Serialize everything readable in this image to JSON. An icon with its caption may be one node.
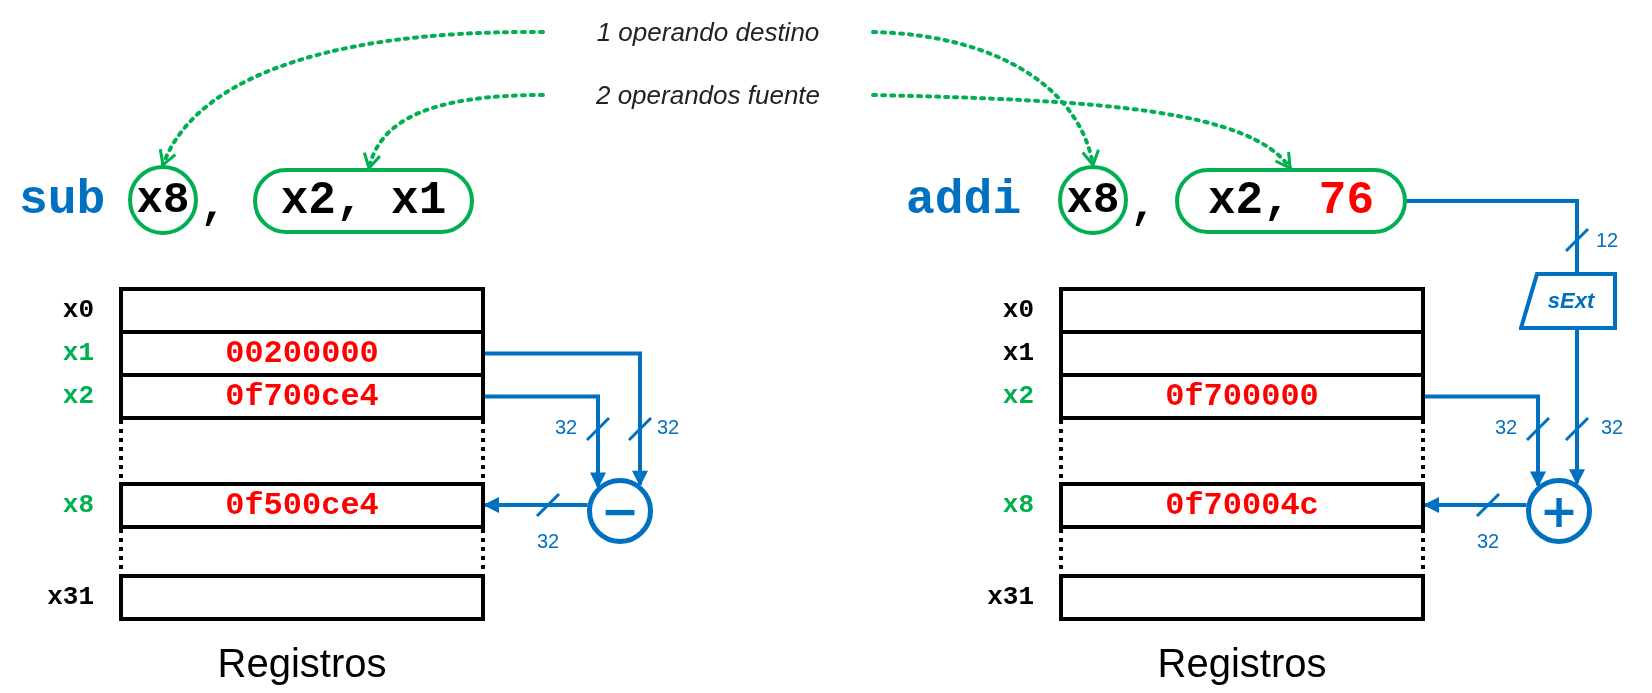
{
  "diagram": {
    "nodes": [
      {
        "text": [
          "1 operando destino"
        ]
      },
      {
        "text": [
          "2 operandos fuente"
        ]
      },
      {
        "text": [
          "x8"
        ]
      },
      {
        "text": [
          "x2, x1"
        ]
      },
      {
        "text": [
          "x8"
        ]
      },
      {
        "text": [
          "x2,",
          "76"
        ]
      },
      {
        "text": [
          "Registros"
        ]
      },
      {
        "text": [],
        "shape": "box",
        "in": 6,
        "beside": [
          "x0"
        ]
      },
      {
        "text": [
          "00200000"
        ],
        "in": 6,
        "beside": [
          "x1"
        ]
      },
      {
        "text": [
          "0f700ce4"
        ],
        "in": 6,
        "beside": [
          "x2"
        ]
      },
      {
        "text": [
          "0f500ce4"
        ],
        "in": 6,
        "beside": [
          "x8"
        ]
      },
      {
        "text": [],
        "shape": "box",
        "in": 6,
        "beside": [
          "x31"
        ]
      },
      {
        "text": [
          "−"
        ]
      },
      {
        "text": [
          "sExt"
        ]
      },
      {
        "text": [
          "Registros"
        ]
      },
      {
        "text": [],
        "shape": "box",
        "in": 14,
        "beside": [
          "x0"
        ]
      },
      {
        "text": [],
        "shape": "box",
        "in": 14,
        "beside": [
          "x1"
        ]
      },
      {
        "text": [
          "0f700000"
        ],
        "in": 14,
        "beside": [
          "x2"
        ]
      },
      {
        "text": [
          "0f70004c"
        ],
        "in": 14,
        "beside": [
          "x8"
        ]
      },
      {
        "text": [],
        "shape": "box",
        "in": 14,
        "beside": [
          "x31"
        ]
      },
      {
        "text": [
          "+"
        ]
      }
    ],
    "edges": [
      {
        "from": 0,
        "to": 2,
        "arrow": "to",
        "style": "dashed",
        "color": "#00b050"
      },
      {
        "from": 0,
        "to": 4,
        "arrow": "to",
        "style": "dashed",
        "color": "#00b050"
      },
      {
        "from": 1,
        "to": 3,
        "arrow": "to",
        "style": "dashed",
        "color": "#00b050"
      },
      {
        "from": 1,
        "to": 5,
        "arrow": "to",
        "style": "dashed",
        "color": "#00b050"
      },
      {
        "from": 8,
        "to": 12,
        "arrow": "to",
        "label": "32"
      },
      {
        "from": 9,
        "to": 12,
        "arrow": "to",
        "label": "32"
      },
      {
        "from": 12,
        "to": 10,
        "arrow": "to",
        "label": "32"
      },
      {
        "from": 5,
        "to": 13,
        "arrow": "none",
        "label": "12"
      },
      {
        "from": 13,
        "to": 20,
        "arrow": "to",
        "label": "32"
      },
      {
        "from": 17,
        "to": 20,
        "arrow": "to",
        "label": "32"
      },
      {
        "from": 20,
        "to": 18,
        "arrow": "to",
        "label": "32"
      }
    ],
    "labels": [
      "sub",
      ",",
      "addi",
      ","
    ]
  }
}
